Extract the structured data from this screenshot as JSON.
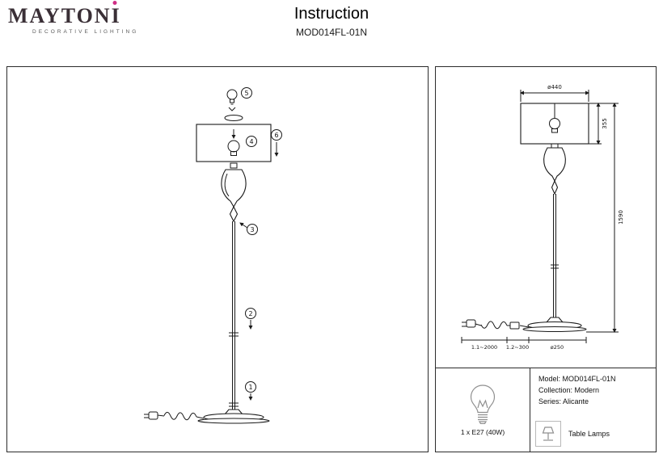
{
  "header": {
    "logo_main": "MAYTON",
    "logo_i": "I",
    "logo_tagline": "DECORATIVE LIGHTING",
    "title": "Instruction",
    "model": "MOD014FL-01N"
  },
  "assembly": {
    "step_labels": [
      "1",
      "2",
      "3",
      "4",
      "5",
      "6"
    ]
  },
  "dimensions": {
    "shade_diameter": "ø440",
    "shade_height": "355",
    "total_height": "1590",
    "cord_length": "1.1~2000",
    "switch_distance": "1.2~300",
    "base_diameter": "ø250"
  },
  "spec": {
    "bulb": "1 x E27 (40W)",
    "info_lines": [
      "Model: MOD014FL-01N",
      "Collection: Modern",
      "Series: Alicante"
    ],
    "type_label": "Table Lamps"
  },
  "colors": {
    "logo_dot": "#cf2e85",
    "logo_text": "#3a2f36",
    "line": "#1a1a1a",
    "icon_gray": "#8f8f8f"
  }
}
